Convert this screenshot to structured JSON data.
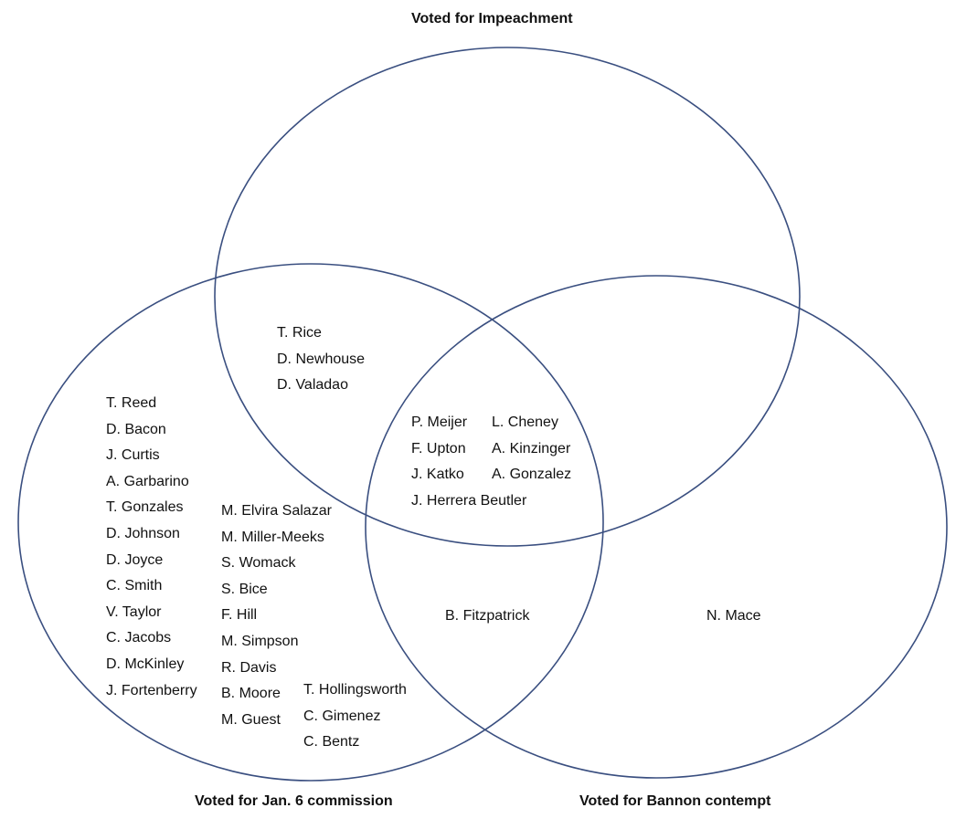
{
  "sets": {
    "impeachment": "Voted for Impeachment",
    "commission": "Voted for Jan. 6 commission",
    "bannon": "Voted for Bannon contempt"
  },
  "regions": {
    "impeachment_commission": [
      "T. Rice",
      "D. Newhouse",
      "D. Valadao"
    ],
    "commission_only_col1": [
      "T. Reed",
      "D. Bacon",
      "J. Curtis",
      "A. Garbarino",
      "T. Gonzales",
      "D. Johnson",
      "D. Joyce",
      "C. Smith",
      "V. Taylor",
      "C. Jacobs",
      "D. McKinley",
      "J. Fortenberry"
    ],
    "commission_only_col2": [
      "M. Elvira Salazar",
      "M. Miller-Meeks",
      "S. Womack",
      "S. Bice",
      "F. Hill",
      "M. Simpson",
      "R. Davis",
      "B. Moore",
      "M. Guest"
    ],
    "commission_only_col3": [
      "T. Hollingsworth",
      "C. Gimenez",
      "C. Bentz"
    ],
    "all_three_col1": [
      "P. Meijer",
      "F. Upton",
      "J. Katko",
      "J. Herrera Beutler"
    ],
    "all_three_col2": [
      "L. Cheney",
      "A. Kinzinger",
      "A. Gonzalez"
    ],
    "commission_bannon": "B. Fitzpatrick",
    "bannon_only": "N. Mace"
  },
  "colors": {
    "circle_stroke": "#3a4f80"
  }
}
